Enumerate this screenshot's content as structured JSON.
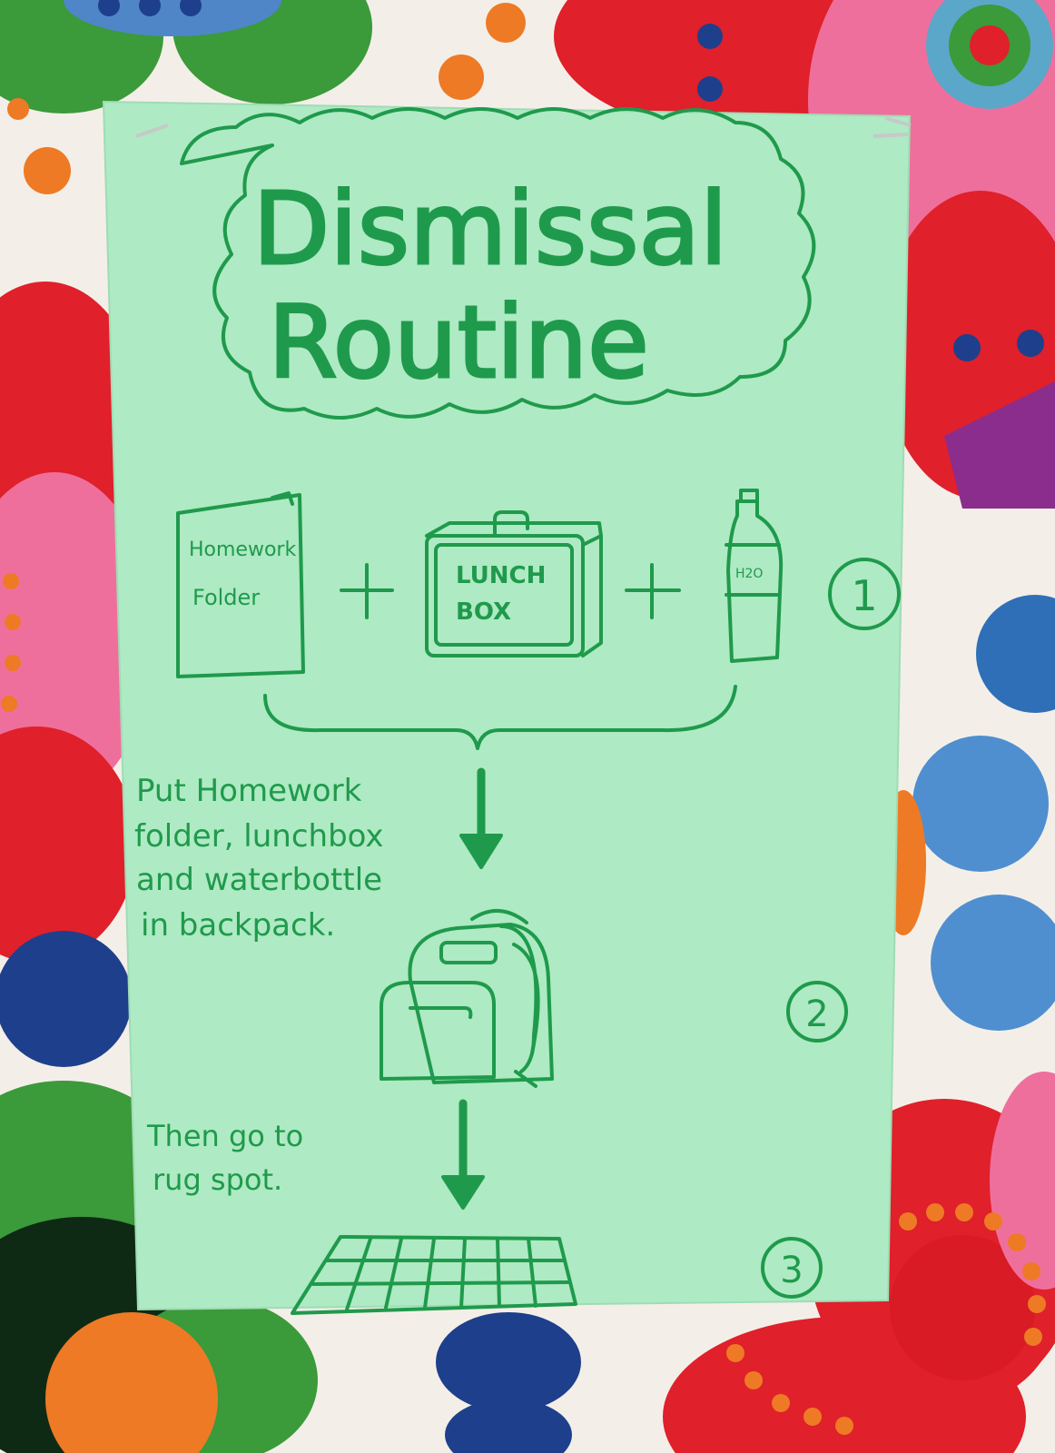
{
  "poster": {
    "title_line1": "Dismissal",
    "title_line2": "Routine",
    "folder_label_line1": "Homework",
    "folder_label_line2": "Folder",
    "lunchbox_label_line1": "LUNCH",
    "lunchbox_label_line2": "BOX",
    "bottle_label": "H2O",
    "plus_sign": "+",
    "step1_number": "1",
    "step2_number": "2",
    "step3_number": "3",
    "instruction1_line1": "Put Homework",
    "instruction1_line2": "folder, lunchbox",
    "instruction1_line3": "and waterbottle",
    "instruction1_line4": "in backpack.",
    "instruction2_line1": "Then go to",
    "instruction2_line2": "rug spot."
  },
  "colors": {
    "paper": "#aeeac3",
    "marker": "#1f9a4c",
    "fabric_red": "#e0202a",
    "fabric_pink": "#ef6f9c",
    "fabric_green": "#3b9a3a",
    "fabric_blue": "#2f6fb8",
    "fabric_orange": "#ee7a25"
  }
}
